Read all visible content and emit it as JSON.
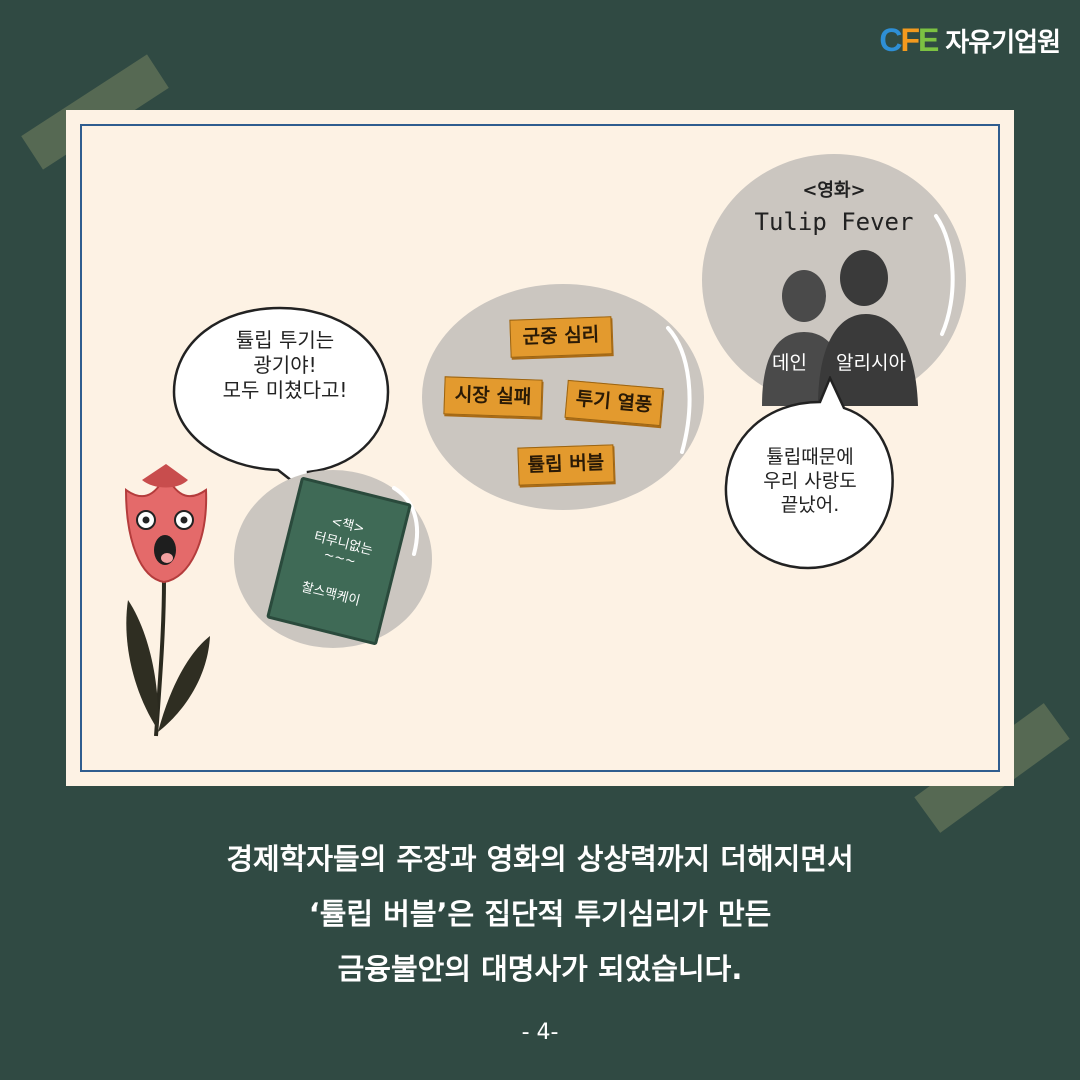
{
  "logo": {
    "mark": "CFE",
    "name": "자유기업원"
  },
  "tulip_speech": [
    "튤립 투기는",
    "광기야!",
    "모두 미쳤다고!"
  ],
  "book": {
    "tag": "<책>",
    "title": "터무니없는",
    "wave": "~~~",
    "author": "찰스맥케이"
  },
  "signs": [
    "군중 심리",
    "시장 실패",
    "투기 열풍",
    "튤립 버블"
  ],
  "movie": {
    "tag": "<영화>",
    "title": "Tulip Fever",
    "actor1": "데인",
    "actor2": "알리시아"
  },
  "movie_speech": [
    "튤립때문에",
    "우리 사랑도",
    "끝났어."
  ],
  "caption": [
    "경제학자들의 주장과 영화의 상상력까지 더해지면서",
    "‘튤립 버블’은 집단적 투기심리가 만든",
    "금융불안의 대명사가 되었습니다."
  ],
  "page_number": "- 4-",
  "colors": {
    "background": "#304a43",
    "panel": "#fdf2e4",
    "sign": "#e39a2e",
    "tulip": "#e46a6a",
    "book": "#3f6a56"
  }
}
